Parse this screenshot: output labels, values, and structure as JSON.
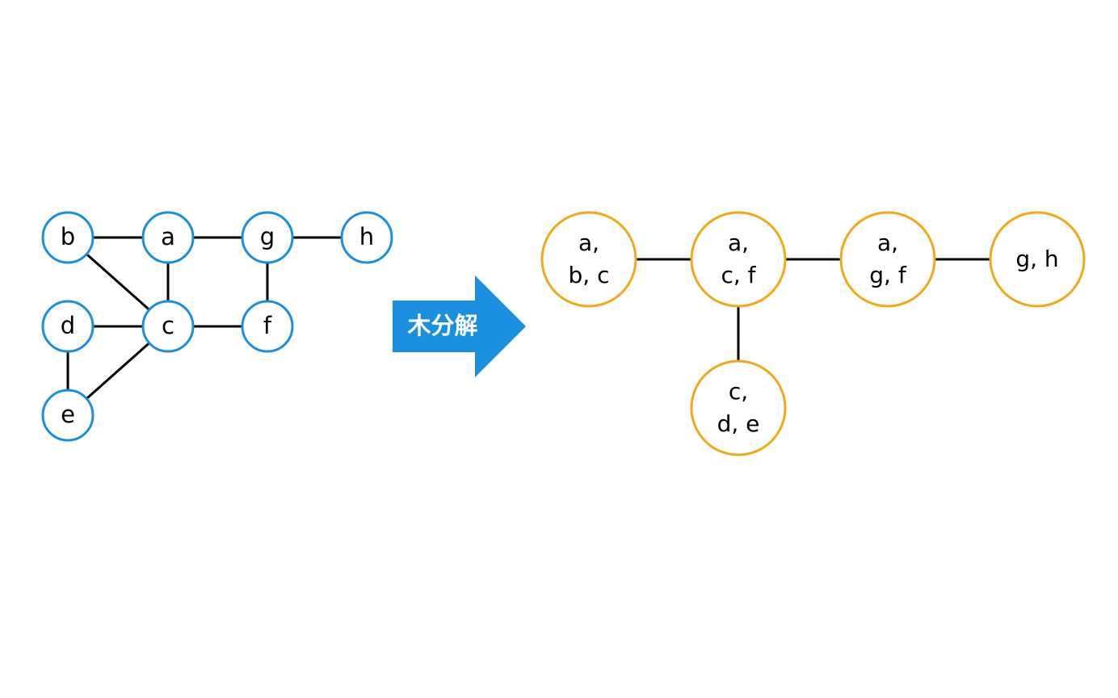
{
  "colors": {
    "graph_node_stroke": "#1a8fe0",
    "tree_bag_stroke": "#f0a91b",
    "arrow_fill": "#1a8fe0",
    "edge": "#000000"
  },
  "graph": {
    "nodes": [
      {
        "id": "b",
        "label": "b"
      },
      {
        "id": "a",
        "label": "a"
      },
      {
        "id": "g",
        "label": "g"
      },
      {
        "id": "h",
        "label": "h"
      },
      {
        "id": "d",
        "label": "d"
      },
      {
        "id": "c",
        "label": "c"
      },
      {
        "id": "f",
        "label": "f"
      },
      {
        "id": "e",
        "label": "e"
      }
    ],
    "edges": [
      [
        "b",
        "a"
      ],
      [
        "a",
        "g"
      ],
      [
        "g",
        "h"
      ],
      [
        "b",
        "c"
      ],
      [
        "a",
        "c"
      ],
      [
        "g",
        "f"
      ],
      [
        "d",
        "c"
      ],
      [
        "c",
        "f"
      ],
      [
        "d",
        "e"
      ],
      [
        "c",
        "e"
      ]
    ]
  },
  "arrow": {
    "label": "木分解"
  },
  "tree_decomposition": {
    "bags": [
      {
        "id": "abc",
        "lines": [
          "a,",
          "b, c"
        ]
      },
      {
        "id": "acf",
        "lines": [
          "a,",
          "c, f"
        ]
      },
      {
        "id": "agf",
        "lines": [
          "a,",
          "g, f"
        ]
      },
      {
        "id": "gh",
        "lines": [
          "g, h"
        ]
      },
      {
        "id": "cde",
        "lines": [
          "c,",
          "d, e"
        ]
      }
    ],
    "edges": [
      [
        "abc",
        "acf"
      ],
      [
        "acf",
        "agf"
      ],
      [
        "agf",
        "gh"
      ],
      [
        "acf",
        "cde"
      ]
    ]
  }
}
